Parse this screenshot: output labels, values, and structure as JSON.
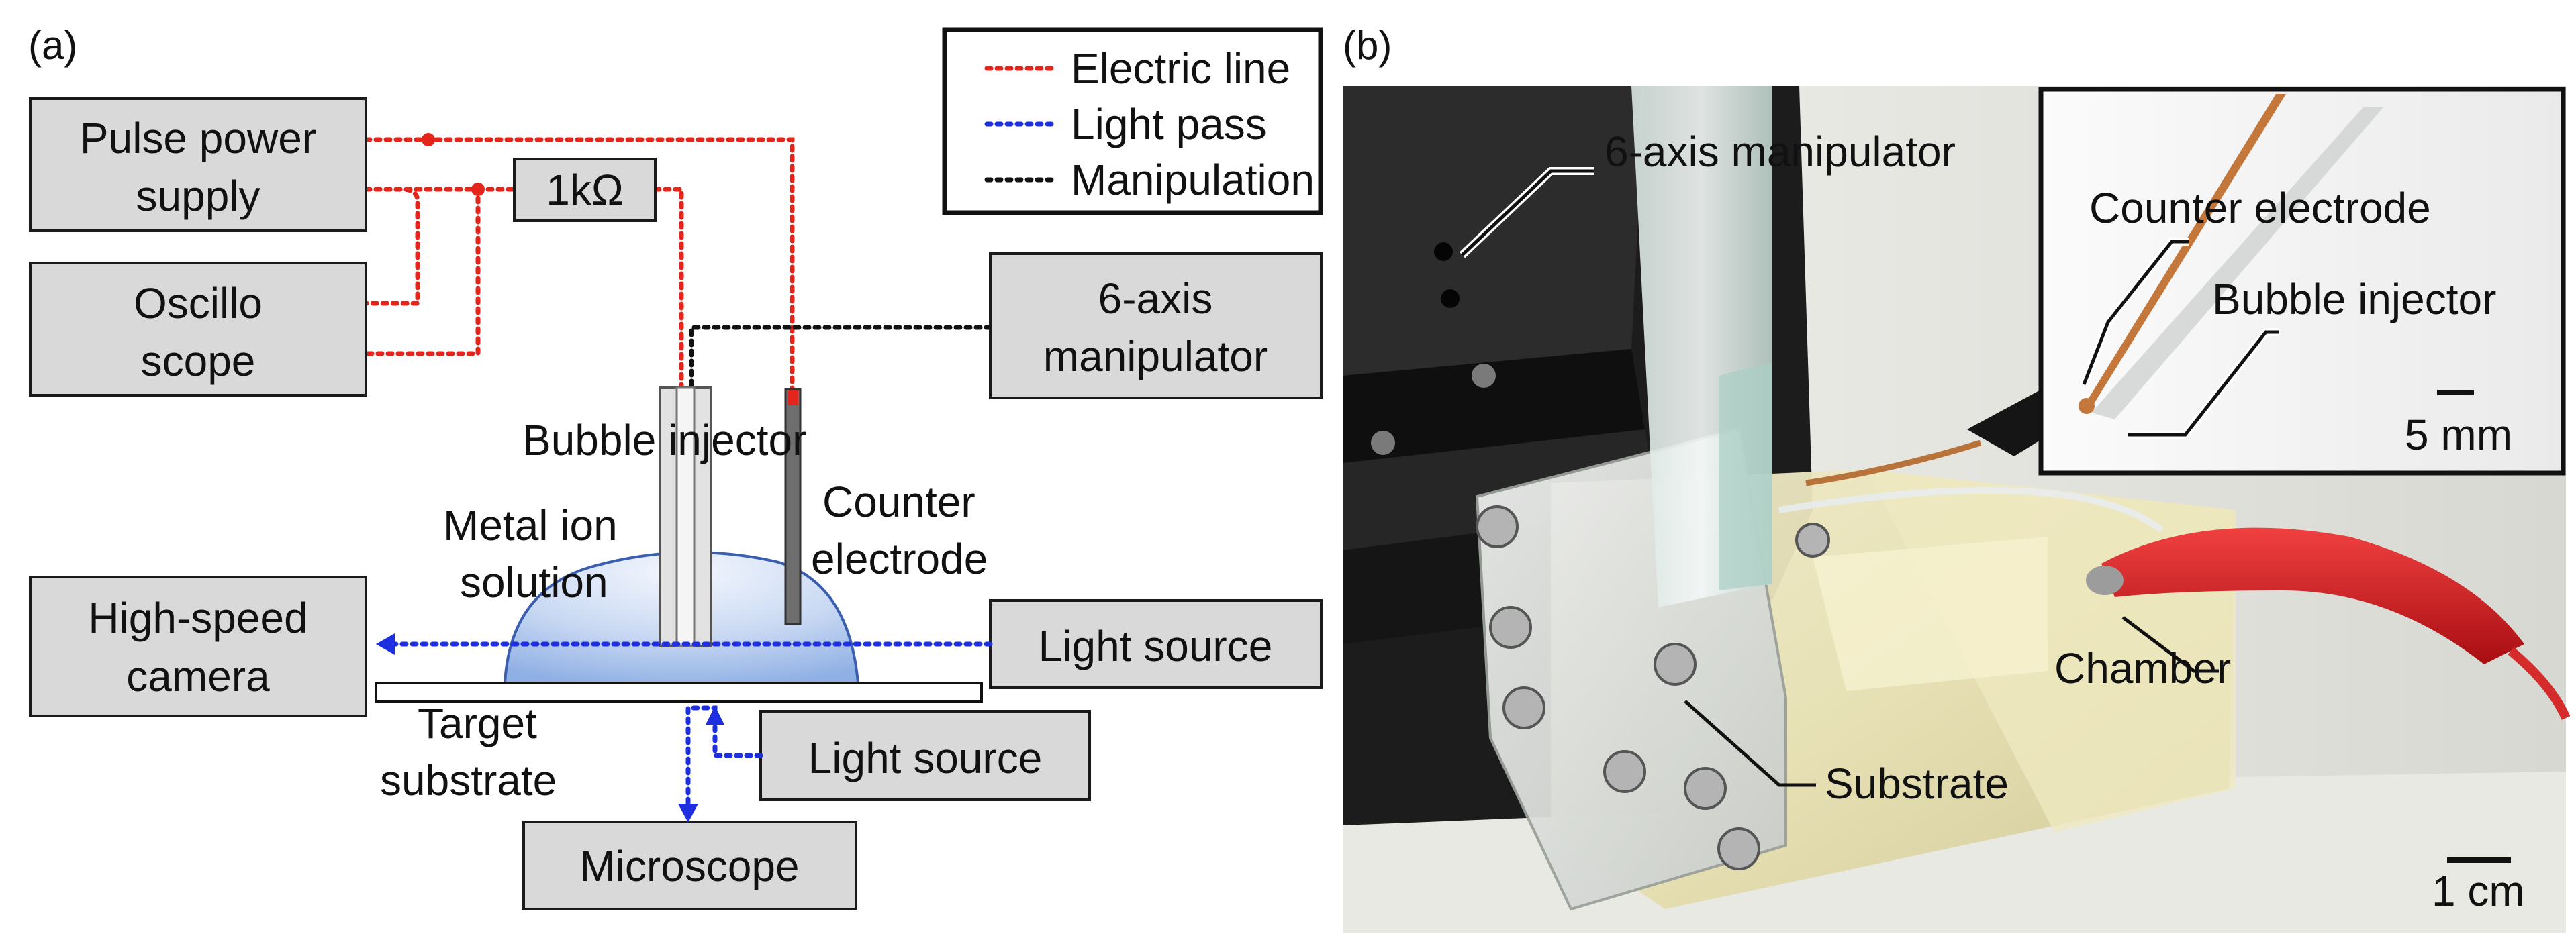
{
  "panels": {
    "a": "(a)",
    "b": "(b)"
  },
  "schematic": {
    "boxes": {
      "pulse_power_supply": [
        "Pulse power",
        "supply"
      ],
      "oscilloscope": [
        "Oscillo",
        "scope"
      ],
      "resistor": "1kΩ",
      "manipulator": [
        "6-axis",
        "manipulator"
      ],
      "high_speed_camera": [
        "High-speed",
        "camera"
      ],
      "light_source_side": "Light source",
      "light_source_bottom": "Light source",
      "microscope": "Microscope"
    },
    "legend": {
      "electric": "Electric line",
      "light": "Light pass",
      "manipulation": "Manipulation"
    },
    "labels": {
      "bubble_injector": "Bubble injector",
      "counter_electrode": [
        "Counter",
        "electrode"
      ],
      "metal_ion_solution": [
        "Metal ion",
        "solution"
      ],
      "target_substrate": [
        "Target",
        "substrate"
      ]
    }
  },
  "photo": {
    "labels": {
      "manipulator": "6-axis manipulator",
      "chamber": "Chamber",
      "substrate": "Substrate",
      "scale": "1 cm"
    },
    "inset": {
      "counter_electrode": "Counter electrode",
      "bubble_injector": "Bubble injector",
      "scale": "5 mm"
    }
  },
  "colors": {
    "electric_line": "#e4251b",
    "light_pass": "#1d2fe0",
    "manipulation": "#111111",
    "box_fill": "#d9d9d9",
    "solution": "#a9c3ec"
  }
}
